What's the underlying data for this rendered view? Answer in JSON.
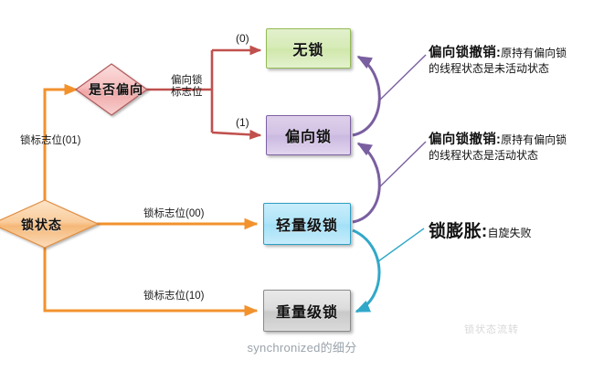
{
  "diagram": {
    "caption": "synchronized的细分",
    "watermark": "锁状态流转",
    "decisions": [
      {
        "id": "bias-check",
        "label": "是否偏向",
        "fill": "#f5b5b5",
        "stroke": "#b05a5a"
      },
      {
        "id": "lock-state",
        "label": "锁状态",
        "fill": "#f6c08a",
        "stroke": "#e08c3e"
      }
    ],
    "states": [
      {
        "id": "no-lock",
        "label": "无锁",
        "color": "#d6ebb6",
        "border": "#94bb56"
      },
      {
        "id": "biased-lock",
        "label": "偏向锁",
        "color": "#d3c2e4",
        "border": "#7e62a4"
      },
      {
        "id": "light-lock",
        "label": "轻量级锁",
        "color": "#aee4f8",
        "border": "#2e9fc4"
      },
      {
        "id": "heavy-lock",
        "label": "重量级锁",
        "color": "#dcdcdc",
        "border": "#8b8b8b"
      }
    ],
    "edge_labels": {
      "bias_flag": "偏向锁\n标志位",
      "bias_flag_line1": "偏向锁",
      "bias_flag_line2": "标志位",
      "branch_zero": "(0)",
      "branch_one": "(1)",
      "lock_flag_01": "锁标志位(01)",
      "lock_flag_00": "锁标志位(00)",
      "lock_flag_10": "锁标志位(10)"
    },
    "annotations": [
      {
        "id": "bias-revoke-inactive",
        "title": "偏向锁撤销:",
        "desc_line1": "原持有偏向锁",
        "desc_line2": "的线程状态是未活动状态",
        "color": "#7a5fa0"
      },
      {
        "id": "bias-revoke-active",
        "title": "偏向锁撤销:",
        "desc_line1": "原持有偏向锁",
        "desc_line2": "的线程状态是活动状态",
        "color": "#7a5fa0"
      },
      {
        "id": "lock-inflation",
        "title": "锁膨胀:",
        "desc_line1": "自旋失败",
        "desc_line2": "",
        "color": "#2e9fc4"
      }
    ],
    "colors": {
      "orange_edge": "#f2922d",
      "red_edge": "#c0504d",
      "purple_edge": "#7a5fa0",
      "teal_edge": "#31a8c9"
    }
  }
}
